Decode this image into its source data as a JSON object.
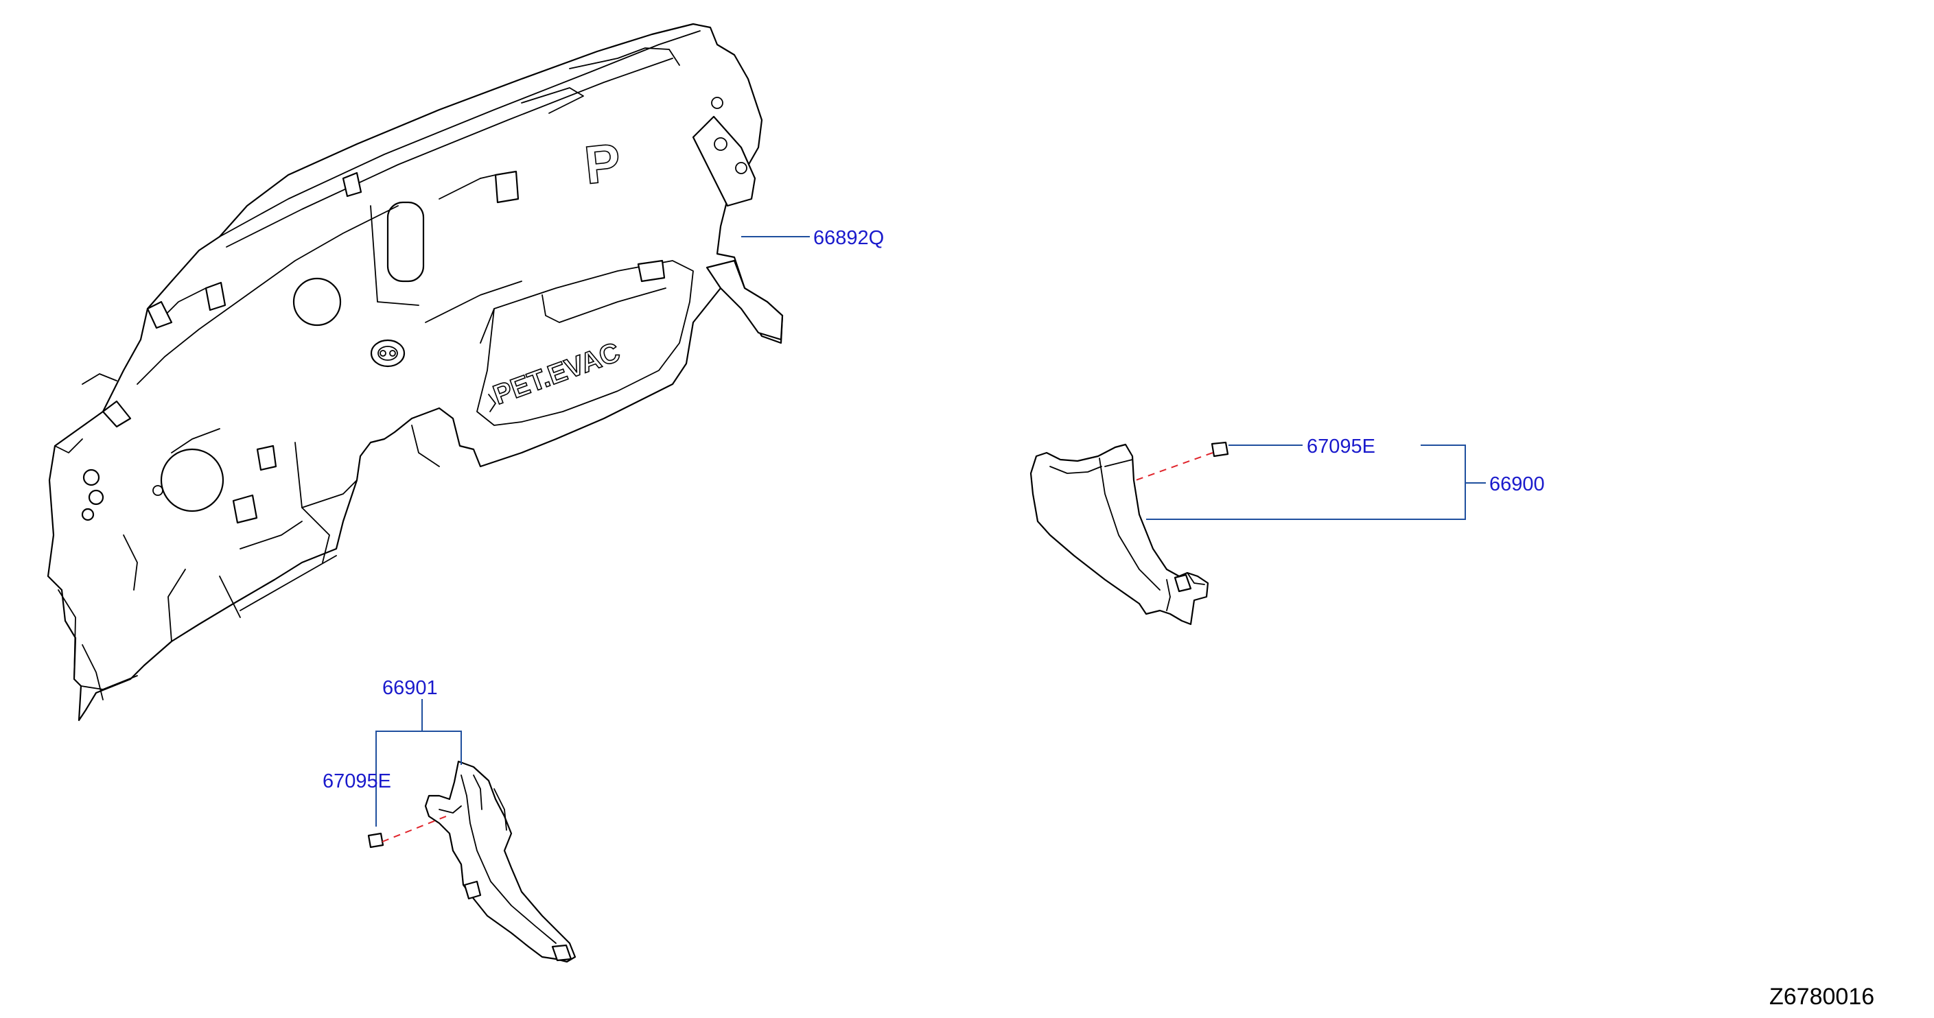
{
  "diagram": {
    "colors": {
      "callout_text": "#1a1acc",
      "leader_line": "#1f4f9e",
      "clip_dash": "#e0242b",
      "part_line": "#000000",
      "background": "#ffffff"
    },
    "parts": [
      {
        "id": "dash-panel",
        "part_number": "66892Q"
      },
      {
        "id": "dash-side-trim-right",
        "part_number": "66900"
      },
      {
        "id": "dash-side-trim-left",
        "part_number": "66901"
      },
      {
        "id": "clip-right",
        "part_number": "67095E"
      },
      {
        "id": "clip-left",
        "part_number": "67095E"
      }
    ],
    "embossed_markings": {
      "panel_letter": "P",
      "panel_label": "PET.EVAC"
    },
    "reference_code": "Z6780016"
  }
}
